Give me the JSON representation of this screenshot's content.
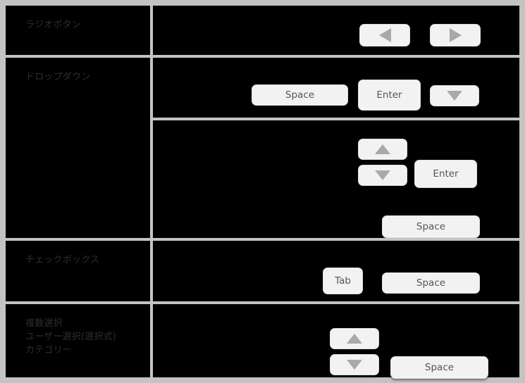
{
  "palette": {
    "page_background": "#c3c3c3",
    "table_background": "#000000",
    "grid_line": "#c3c3c3",
    "label_text": "#2e2e2e",
    "key_face": "#f2f2f2",
    "key_border": "#dcdcdc",
    "key_text": "#555555",
    "arrow_glyph": "#a9a9a9"
  },
  "rows": [
    {
      "label": "ラジオボタン",
      "keys": [
        {
          "name": "arrow-left-key",
          "icon": "arrow-left-icon",
          "label": ""
        },
        {
          "name": "arrow-right-key",
          "icon": "arrow-right-icon",
          "label": ""
        }
      ]
    },
    {
      "label": "ドロップダウン",
      "keys": [
        {
          "name": "space-key",
          "icon": "",
          "label": "Space"
        },
        {
          "name": "enter-key",
          "icon": "",
          "label": "Enter"
        },
        {
          "name": "arrow-down-key",
          "icon": "arrow-down-icon",
          "label": ""
        }
      ]
    },
    {
      "label": "",
      "keys": [
        {
          "name": "arrow-up-key",
          "icon": "arrow-up-icon",
          "label": ""
        },
        {
          "name": "arrow-down-key",
          "icon": "arrow-down-icon",
          "label": ""
        },
        {
          "name": "enter-key",
          "icon": "",
          "label": "Enter"
        },
        {
          "name": "space-key",
          "icon": "",
          "label": "Space"
        }
      ]
    },
    {
      "label": "チェックボックス",
      "keys": [
        {
          "name": "tab-key",
          "icon": "",
          "label": "Tab"
        },
        {
          "name": "space-key",
          "icon": "",
          "label": "Space"
        }
      ]
    },
    {
      "label": "複数選択\nユーザー選択(選択式)\nカテゴリー",
      "keys": [
        {
          "name": "arrow-up-key",
          "icon": "arrow-up-icon",
          "label": ""
        },
        {
          "name": "arrow-down-key",
          "icon": "arrow-down-icon",
          "label": ""
        },
        {
          "name": "space-key",
          "icon": "",
          "label": "Space"
        }
      ]
    }
  ]
}
